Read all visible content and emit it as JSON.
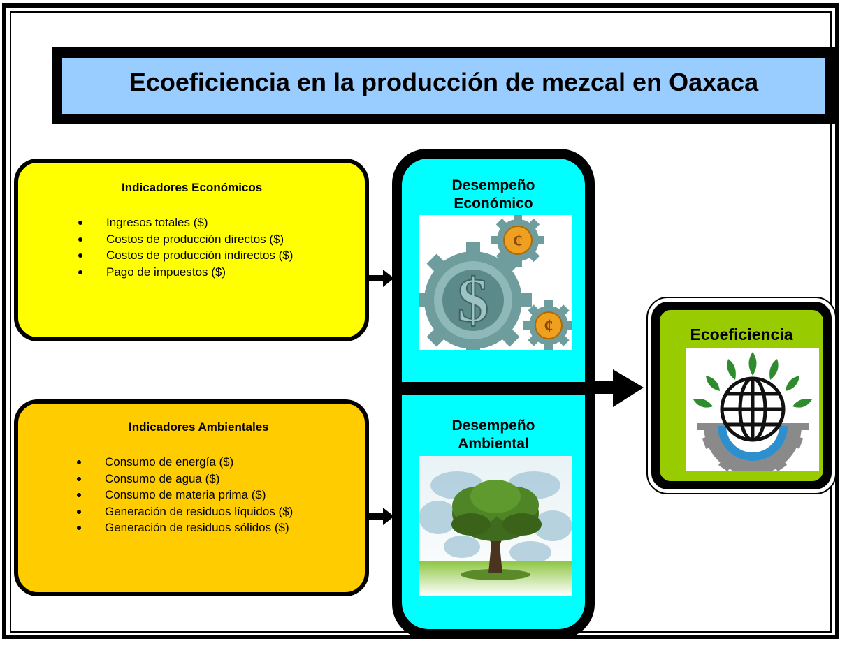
{
  "title": "Ecoeficiencia en la producción de mezcal en Oaxaca",
  "economic_indicators": {
    "heading": "Indicadores Económicos",
    "items": [
      "Ingresos totales ($)",
      "Costos de producción directos ($)",
      "Costos de producción indirectos ($)",
      "Pago de impuestos ($)"
    ]
  },
  "environmental_indicators": {
    "heading": "Indicadores Ambientales",
    "items": [
      "Consumo de energía ($)",
      "Consumo de agua ($)",
      "Consumo de materia prima ($)",
      "Generación de residuos líquidos ($)",
      "Generación de residuos sólidos ($)"
    ]
  },
  "performance": {
    "economic": {
      "line1": "Desempeño",
      "line2": "Económico"
    },
    "environmental": {
      "line1": "Desempeño",
      "line2": "Ambiental"
    }
  },
  "result": {
    "label": "Ecoeficiencia"
  },
  "colors": {
    "title_bg": "#99ccff",
    "economic_bg": "#ffff00",
    "environmental_bg": "#ffcc00",
    "performance_bg": "#00ffff",
    "result_bg": "#99cc00"
  },
  "icons": [
    "gears-money-icon",
    "tree-icon",
    "globe-gear-leaves-icon",
    "arrow-right-icon"
  ]
}
